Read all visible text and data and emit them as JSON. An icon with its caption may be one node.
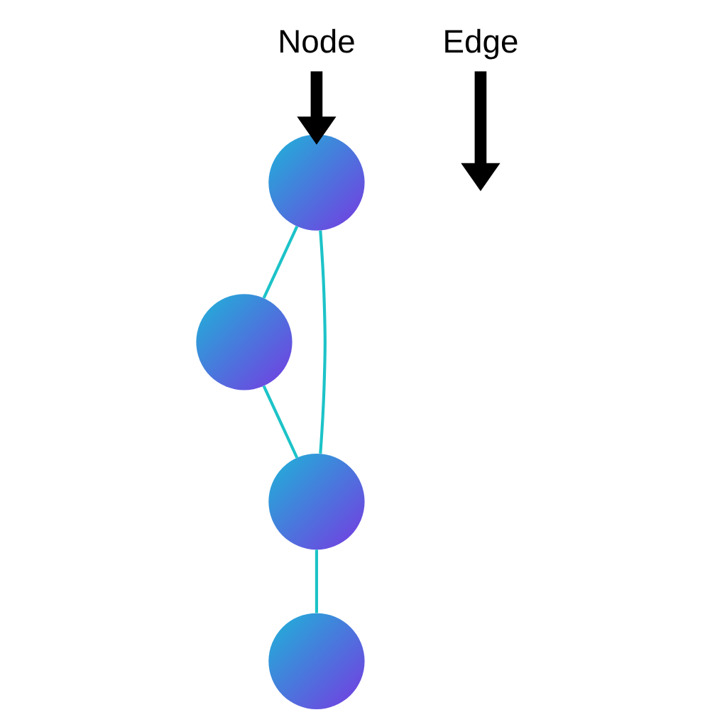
{
  "diagram": {
    "nodes": [
      {
        "text": [
          "Node"
        ]
      },
      {
        "text": [],
        "shape": "circle"
      },
      {
        "text": [],
        "shape": "circle"
      },
      {
        "text": [],
        "shape": "circle"
      },
      {
        "text": [
          "Edge"
        ]
      },
      {
        "text": [],
        "shape": "circle"
      }
    ],
    "edges": [
      {
        "from": 0,
        "to": 1,
        "arrow": "to",
        "style": "thick",
        "color": "#000000"
      },
      {
        "from": 1,
        "to": 2,
        "arrow": "none"
      },
      {
        "from": 1,
        "to": 3,
        "arrow": "none"
      },
      {
        "from": 2,
        "to": 3,
        "arrow": "none"
      },
      {
        "from": 4,
        "to": null,
        "arrow": "to",
        "style": "thick",
        "color": "#000000"
      },
      {
        "from": 3,
        "to": 5,
        "arrow": "none"
      }
    ]
  }
}
